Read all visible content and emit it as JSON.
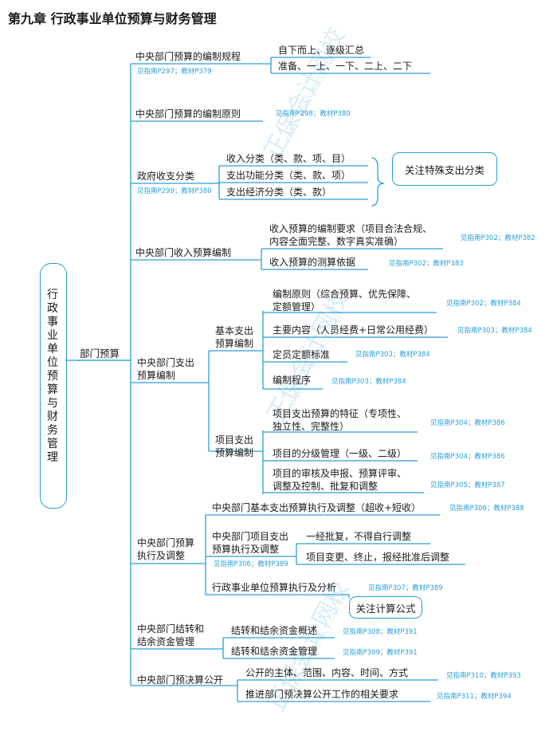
{
  "title": "第九章   行政事业单位预算与财务管理",
  "root": [
    "行",
    "政",
    "事",
    "业",
    "单",
    "位",
    "预",
    "算",
    "与",
    "财",
    "务",
    "管",
    "理"
  ],
  "level1": "部门预算",
  "nodes": {
    "bz_guicheng": "中央部门预算的编制规程",
    "ref_guicheng": "见指南P297；教材P379",
    "guicheng_a": "自下而上、逐级汇总",
    "guicheng_b": "准备、一上、一下、二上、二下",
    "bz_yuanze": "中央部门预算的编制原则",
    "ref_yuanze": "见指南P298；教材P380",
    "shouzhi": "政府收支分类",
    "ref_shouzhi": "见指南P299；教材P380",
    "sz_a": "收入分类（类、款、项、目）",
    "sz_b": "支出功能分类（类、款、项）",
    "sz_c": "支出经济分类（类、款）",
    "sz_note": "关注特殊支出分类",
    "shouru": "中央部门收入预算编制",
    "sr_a1": "收入预算的编制要求（项目合法合规、",
    "sr_a2": "内容全面完整、数字真实准确）",
    "ref_sr_a": "见指南P302；教材P382",
    "sr_b": "收入预算的测算依据",
    "ref_sr_b": "见指南P302；教材P383",
    "zhichu1": "中央部门支出",
    "zhichu2": "预算编制",
    "jiben1": "基本支出",
    "jiben2": "预算编制",
    "jb_a1": "编制原则（综合预算、优先保障、",
    "jb_a2": "定额管理）",
    "ref_jb_a": "见指南P302；教材P384",
    "jb_b": "主要内容（人员经费+日常公用经费）",
    "ref_jb_b": "见指南P303；教材P384",
    "jb_c": "定员定额标准",
    "ref_jb_c": "见指南P303；教材P384",
    "jb_d": "编制程序",
    "ref_jb_d": "见指南P303；教材P384",
    "xiangmu1": "项目支出",
    "xiangmu2": "预算编制",
    "xm_a1": "项目支出预算的特征（专项性、",
    "xm_a2": "独立性、完整性）",
    "ref_xm_a": "见指南P304；教材P386",
    "xm_b": "项目的分级管理（一级、二级）",
    "ref_xm_b": "见指南P304；教材P386",
    "xm_c1": "项目的审核及申报、预算评审、",
    "xm_c2": "调整及控制、批复和调整",
    "ref_xm_c": "见指南P305；教材P387",
    "zhixing1": "中央部门预算",
    "zhixing2": "执行及调整",
    "zx_a": "中央部门基本支出预算执行及调整（超收+短收）",
    "ref_zx_a": "见指南P306；教材P388",
    "zx_b1": "中央部门项目支出",
    "zx_b2": "预算执行及调整",
    "ref_zx_b": "见指南P306；教材P389",
    "zx_b_x": "一经批复，不得自行调整",
    "zx_b_y": "项目变更、终止，报经批准后调整",
    "zx_c": "行政事业单位预算执行及分析",
    "ref_zx_c": "见指南P307；教材P389",
    "zx_note": "关注计算公式",
    "jiezhuan1": "中央部门结转和",
    "jiezhuan2": "结余资金管理",
    "jz_a": "结转和结余资金概述",
    "ref_jz_a": "见指南P308；教材P391",
    "jz_b": "结转和结余资金管理",
    "ref_jz_b": "见指南P309；教材P391",
    "gongkai": "中央部门预决算公开",
    "gk_a": "公开的主体、范围、内容、时间、方式",
    "ref_gk_a": "见指南P310；教材P393",
    "gk_b": "推进部门预决算公开工作的相关要求",
    "ref_gk_b": "见指南P311；教材P394"
  },
  "watermark": [
    "正保会计网校",
    "www.chinaacc.com",
    "正保会计网校",
    "www.chinaacc.com",
    "正保会计网校",
    "www.chinaacc.com"
  ],
  "colors": {
    "line": "#2a9fd6",
    "ref": "#2a9fd6",
    "watermark": "#cfe8f4"
  }
}
